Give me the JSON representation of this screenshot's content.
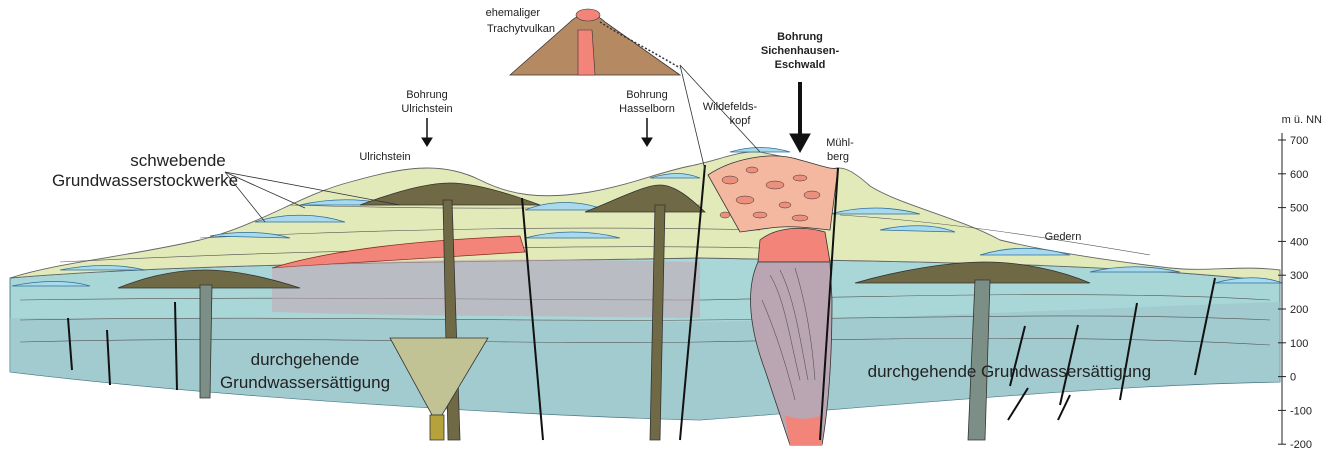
{
  "labels": {
    "volcano": [
      "ehemaliger",
      "Trachytvulkan"
    ],
    "bore_sichenhausen": [
      "Bohrung",
      "Sichenhausen-",
      "Eschwald"
    ],
    "bore_ulrichstein": [
      "Bohrung",
      "Ulrichstein"
    ],
    "bore_hasselborn": [
      "Bohrung",
      "Hasselborn"
    ],
    "wildefeldskopf": [
      "Wildefelds-",
      "kopf"
    ],
    "muehlberg": [
      "Mühl-",
      "berg"
    ],
    "ulrichstein": "Ulrichstein",
    "gedern": "Gedern",
    "perched": [
      "schwebende",
      "Grundwasserstockwerke"
    ],
    "saturation_left": [
      "durchgehende",
      "Grundwassersättigung"
    ],
    "saturation_right_a": "durchgehende",
    "saturation_right_b": "Grundwassersättigung"
  },
  "axis": {
    "unit": "m ü. NN",
    "ticks": [
      "700",
      "600",
      "500",
      "400",
      "300",
      "200",
      "100",
      "0",
      "-100",
      "-200"
    ]
  },
  "colors": {
    "saturated": "#a9d7d8",
    "saturated_deep": "#9fc3cc",
    "unsaturated": "#e3eab9",
    "perched_water": "#a8d9ec",
    "trachyte": "#f2847a",
    "breccia": "#f4b7a0",
    "dome": "#b9a6b2",
    "vent": "#6f6945",
    "volcano_body": "#b58a63"
  }
}
